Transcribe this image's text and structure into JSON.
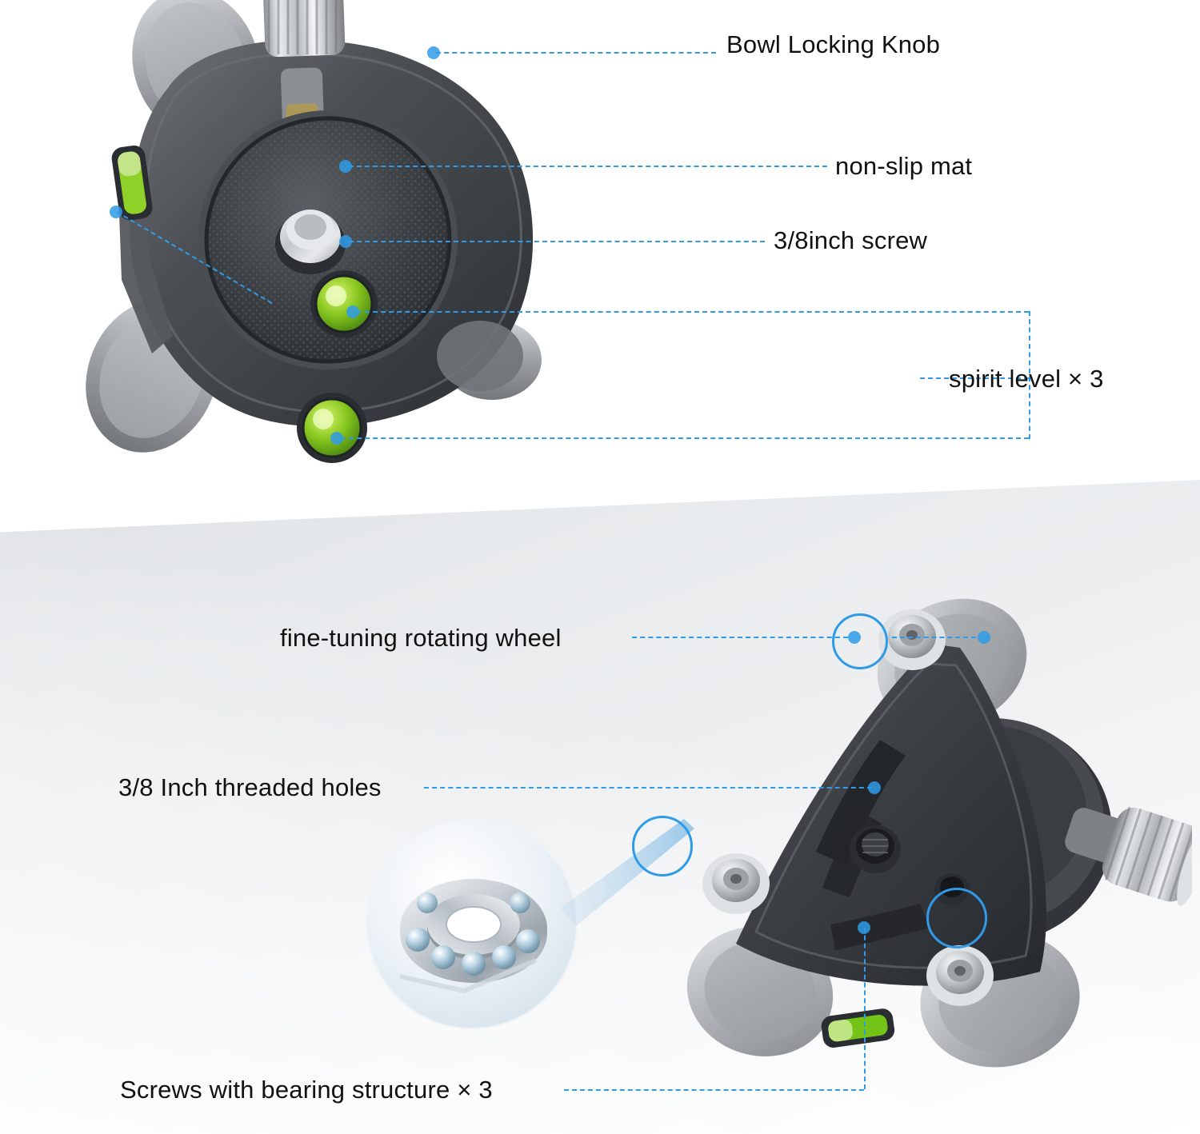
{
  "diagram": {
    "title": "Tripod leveling base annotated product diagram",
    "accent_color": "#2f9be8",
    "panels": [
      {
        "id": "top-view",
        "subject": "leveling base top view with non-slip mat",
        "callouts": [
          {
            "id": "bowl-locking-knob",
            "label": "Bowl Locking Knob"
          },
          {
            "id": "non-slip-mat",
            "label": "non-slip mat"
          },
          {
            "id": "screw-38",
            "label": "3/8inch screw"
          },
          {
            "id": "spirit-level",
            "label": "spirit level × 3"
          }
        ]
      },
      {
        "id": "bottom-view",
        "subject": "leveling base angled view with bearing inset",
        "callouts": [
          {
            "id": "fine-tuning-rotating-wheel",
            "label": "fine-tuning rotating wheel"
          },
          {
            "id": "threaded-holes-38",
            "label": "3/8 Inch threaded holes"
          },
          {
            "id": "screws-bearing-structure",
            "label": "Screws with bearing structure × 3"
          }
        ],
        "inset": {
          "id": "ball-bearing-inset",
          "caption": ""
        }
      }
    ]
  }
}
